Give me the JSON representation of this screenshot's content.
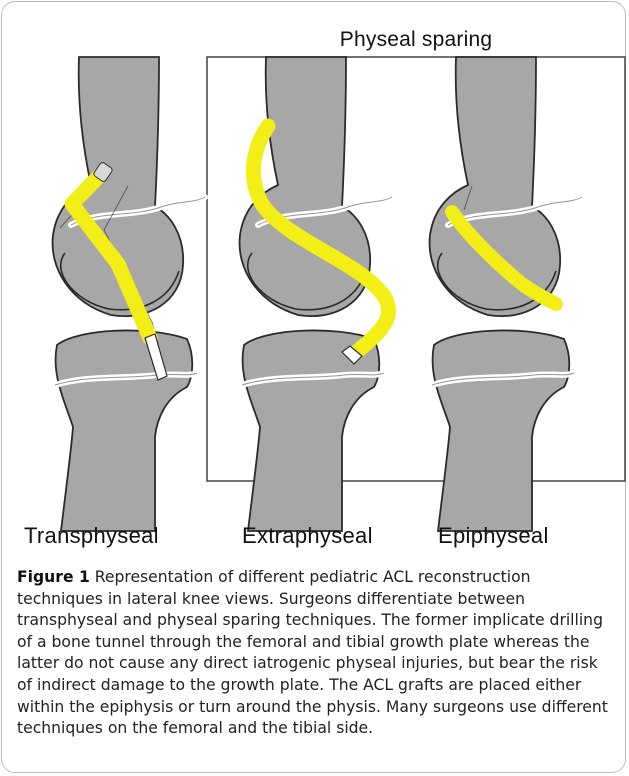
{
  "figure": {
    "group_title": "Physeal sparing",
    "panels": [
      {
        "id": "transphyseal",
        "label": "Transphyseal"
      },
      {
        "id": "extraphyseal",
        "label": "Extraphyseal"
      },
      {
        "id": "epiphyseal",
        "label": "Epiphyseal"
      }
    ],
    "colors": {
      "bone_fill": "#a7a7a7",
      "bone_outline": "#2b2b2b",
      "growth_plate": "#ffffff",
      "graft": "#f2ee16",
      "box_border": "#444444"
    }
  },
  "caption": {
    "label": "Figure 1",
    "text": " Representation of different pediatric ACL reconstruction techniques in lateral knee views. Surgeons differentiate between transphyseal and physeal sparing techniques. The former implicate drilling of a bone tunnel through the femoral and tibial growth plate whereas the latter do not cause any direct iatrogenic physeal injuries, but bear the risk of indirect damage to the growth plate. The ACL grafts are placed either within the epiphysis or turn around the physis. Many surgeons use different techniques on the femoral and the tibial side."
  }
}
